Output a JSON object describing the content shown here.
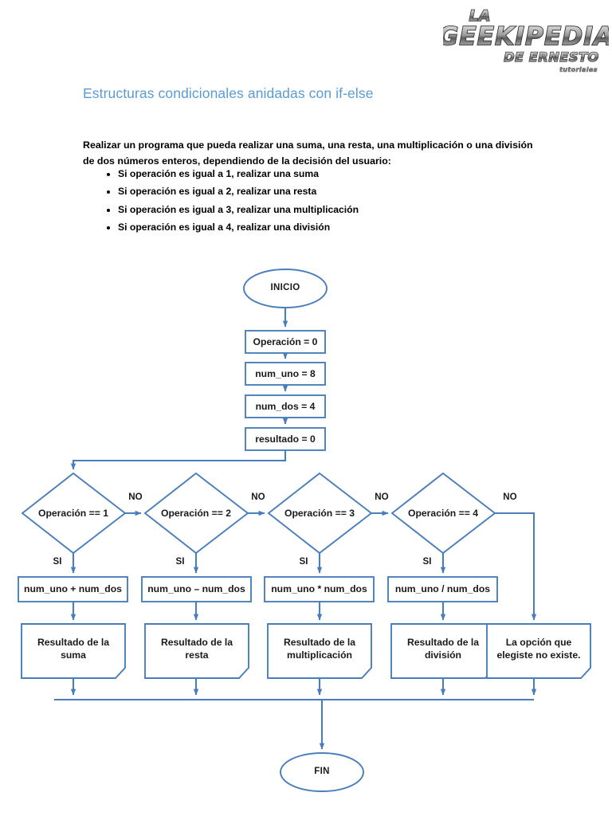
{
  "logo": {
    "line1": "LA",
    "line2": "GEEKIPEDIA",
    "line3": "DE ERNESTO",
    "line4": "tutoriales"
  },
  "document": {
    "title": "Estructuras condicionales anidadas con if-else",
    "title_color": "#5b9bd5",
    "intro": "Realizar un programa que pueda realizar una suma, una resta, una multiplicación o una división de dos números enteros, dependiendo de la decisión del usuario:",
    "bullets": [
      "Si operación es igual a 1, realizar una suma",
      "Si operación es igual a 2, realizar una resta",
      "Si operación es igual a 3, realizar una multiplicación",
      "Si operación es igual a 4, realizar una división"
    ]
  },
  "flowchart": {
    "line_color": "#4a7ebb",
    "shape_fill": "#ffffff",
    "start": "INICIO",
    "end": "FIN",
    "process": [
      "Operación = 0",
      "num_uno = 8",
      "num_dos = 4",
      "resultado = 0"
    ],
    "branches": [
      {
        "decision": "Operación == 1",
        "yes_label": "SI",
        "no_label": "NO",
        "operation": "num_uno + num_dos",
        "output": "Resultado de la\nsuma"
      },
      {
        "decision": "Operación == 2",
        "yes_label": "SI",
        "no_label": "NO",
        "operation": "num_uno – num_dos",
        "output": "Resultado de la\nresta"
      },
      {
        "decision": "Operación == 3",
        "yes_label": "SI",
        "no_label": "NO",
        "operation": "num_uno * num_dos",
        "output": "Resultado de la\nmultiplicación"
      },
      {
        "decision": "Operación == 4",
        "yes_label": "SI",
        "no_label": "NO",
        "operation": "num_uno / num_dos",
        "output": "Resultado de la\ndivisión"
      }
    ],
    "fallback_no_label": "NO",
    "fallback_output": "La opción que\nelegiste no existe."
  }
}
